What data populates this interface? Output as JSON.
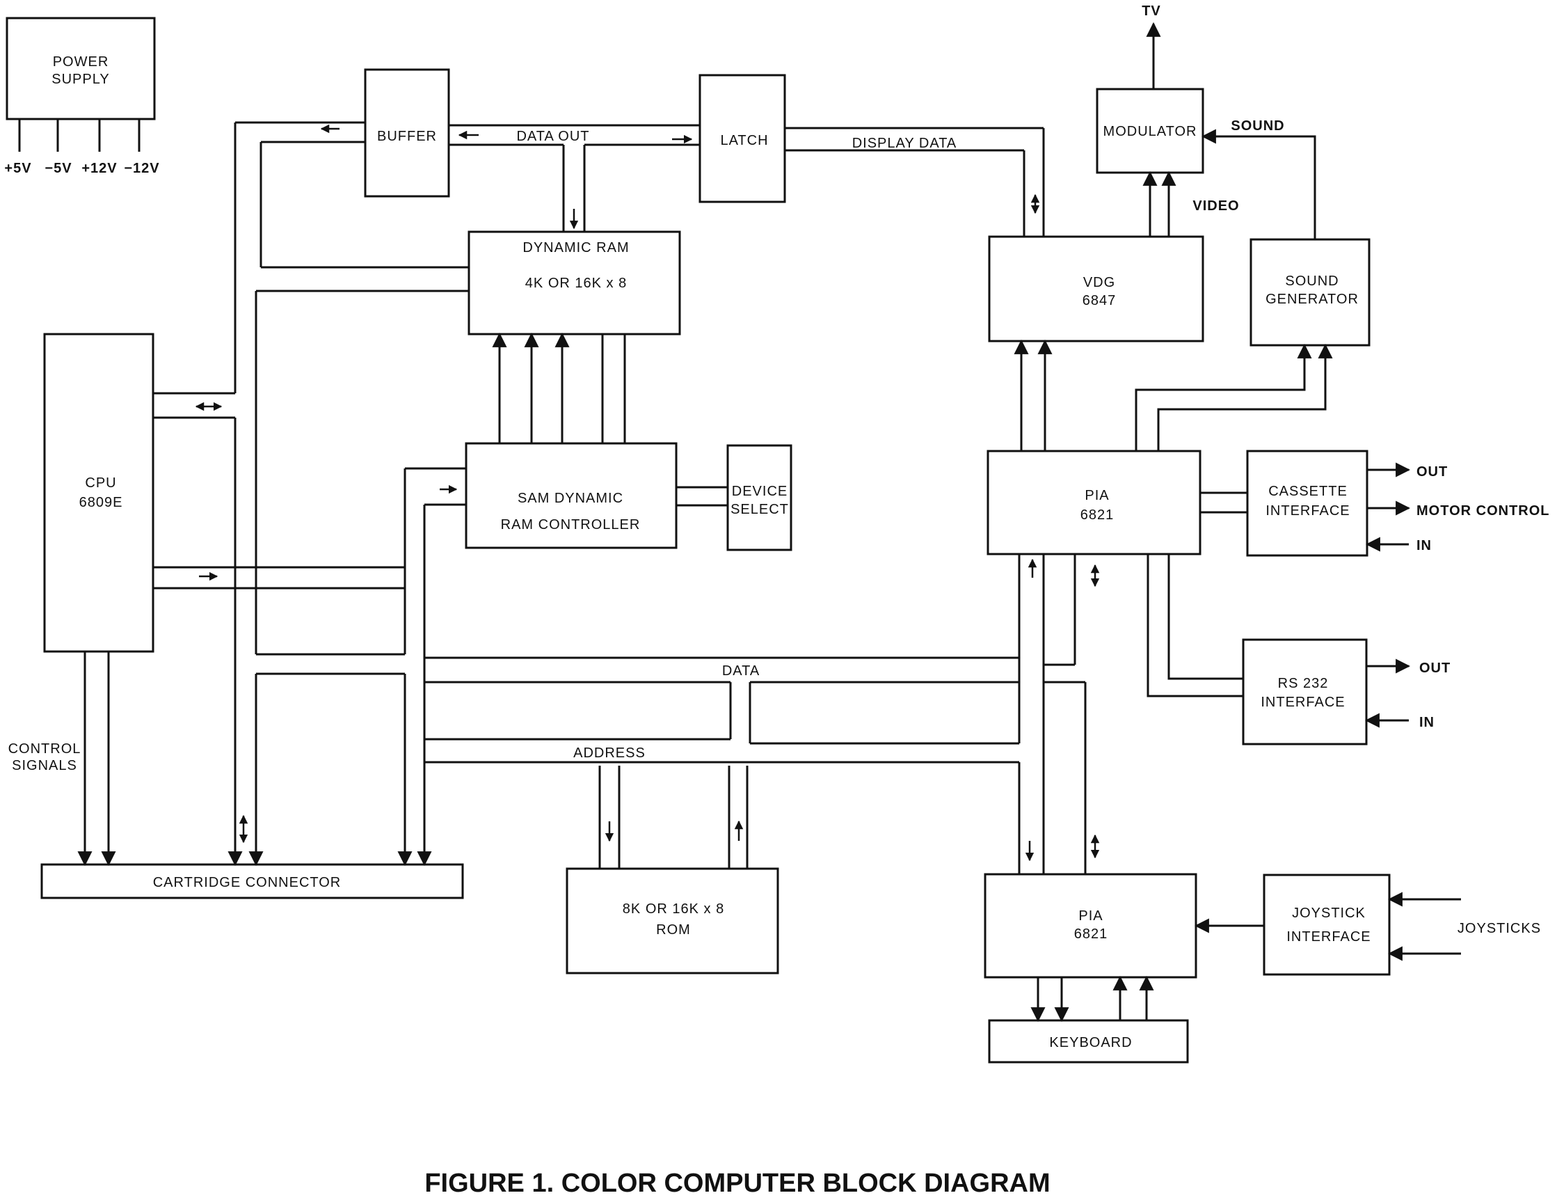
{
  "figure": {
    "caption": "FIGURE 1. COLOR COMPUTER BLOCK DIAGRAM"
  },
  "blocks": {
    "power_supply": {
      "line1": "POWER",
      "line2": "SUPPLY"
    },
    "buffer": "BUFFER",
    "latch": "LATCH",
    "modulator": "MODULATOR",
    "dynamic_ram": {
      "line1": "DYNAMIC RAM",
      "line2": "4K OR 16K x 8"
    },
    "vdg": {
      "line1": "VDG",
      "line2": "6847"
    },
    "sound_generator": {
      "line1": "SOUND",
      "line2": "GENERATOR"
    },
    "cpu": {
      "line1": "CPU",
      "line2": "6809E"
    },
    "sam": {
      "line1": "SAM  DYNAMIC",
      "line2": "RAM  CONTROLLER"
    },
    "device_select": {
      "line1": "DEVICE",
      "line2": "SELECT"
    },
    "pia_top": {
      "line1": "PIA",
      "line2": "6821"
    },
    "cassette_interface": {
      "line1": "CASSETTE",
      "line2": "INTERFACE"
    },
    "rs232_interface": {
      "line1": "RS  232",
      "line2": "INTERFACE"
    },
    "cartridge_connector": "CARTRIDGE CONNECTOR",
    "rom": {
      "line1": "8K OR 16K x 8",
      "line2": "ROM"
    },
    "pia_bottom": {
      "line1": "PIA",
      "line2": "6821"
    },
    "joystick_interface": {
      "line1": "JOYSTICK",
      "line2": "INTERFACE"
    },
    "keyboard": "KEYBOARD"
  },
  "signals": {
    "voltages": [
      "+5V",
      "−5V",
      "+12V",
      "−12V"
    ],
    "tv": "TV",
    "sound": "SOUND",
    "video": "VIDEO",
    "data_out": "DATA OUT",
    "display_data": "DISPLAY DATA",
    "data_bus": "DATA",
    "address_bus": "ADDRESS",
    "control_signals": {
      "line1": "CONTROL",
      "line2": "SIGNALS"
    },
    "cassette_out": "OUT",
    "motor_control": "MOTOR CONTROL",
    "cassette_in": "IN",
    "rs232_out": "OUT",
    "rs232_in": "IN",
    "joysticks": "JOYSTICKS"
  }
}
